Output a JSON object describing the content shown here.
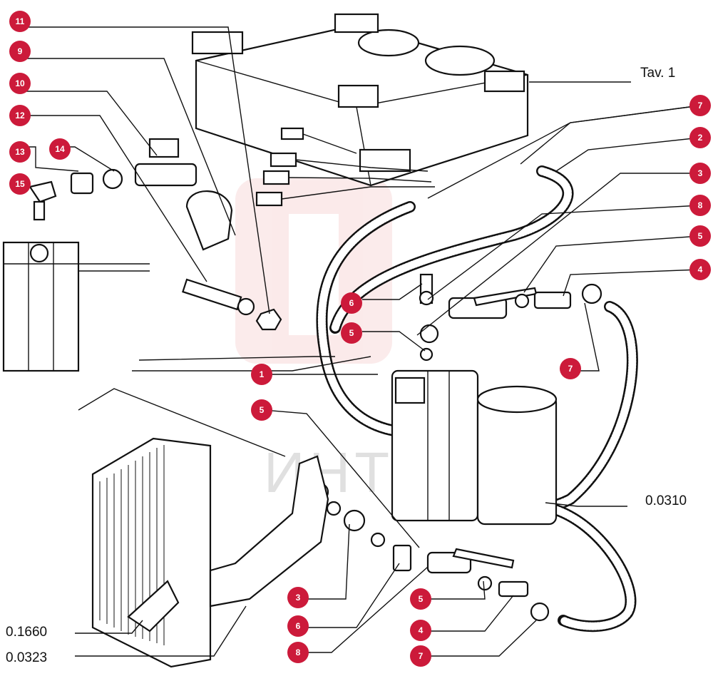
{
  "colors": {
    "badge": "#cc1a3a",
    "watermark_logo": "#f4c6c6"
  },
  "table_label": "Tav. 1",
  "part_codes": [
    "0.0310",
    "0.1660",
    "0.0323"
  ],
  "watermark": "ИНТЕХ",
  "callouts": [
    "11",
    "9",
    "10",
    "12",
    "13",
    "14",
    "15",
    "7",
    "2",
    "3",
    "8",
    "5",
    "4",
    "6",
    "5",
    "7",
    "1",
    "5",
    "3",
    "6",
    "8",
    "5",
    "4",
    "7"
  ]
}
